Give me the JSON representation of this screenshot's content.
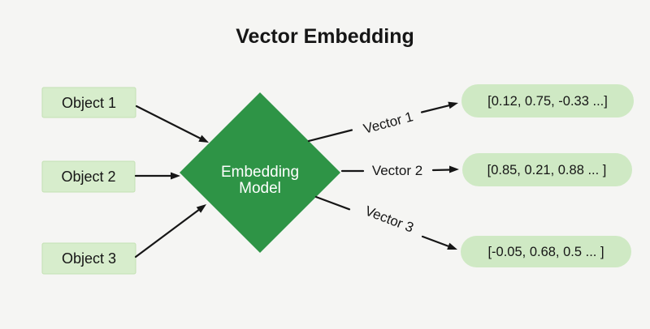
{
  "title": "Vector Embedding",
  "objects": [
    {
      "label": "Object 1"
    },
    {
      "label": "Object 2"
    },
    {
      "label": "Object 3"
    }
  ],
  "model": {
    "line1": "Embedding",
    "line2": "Model"
  },
  "vectors": [
    {
      "label": "Vector 1",
      "value": "[0.12, 0.75, -0.33 ...]"
    },
    {
      "label": "Vector 2",
      "value": "[0.85, 0.21, 0.88 ... ]"
    },
    {
      "label": "Vector 3",
      "value": "[-0.05, 0.68, 0.5 ... ]"
    }
  ],
  "colors": {
    "background": "#f5f5f3",
    "diamond": "#2e9446",
    "object_box_fill": "#d7edcc",
    "object_box_border": "#c3e1b3",
    "vector_pill_fill": "#cfe9c4",
    "arrow": "#161616",
    "text_dark": "#161616",
    "text_on_diamond": "#ffffff"
  }
}
